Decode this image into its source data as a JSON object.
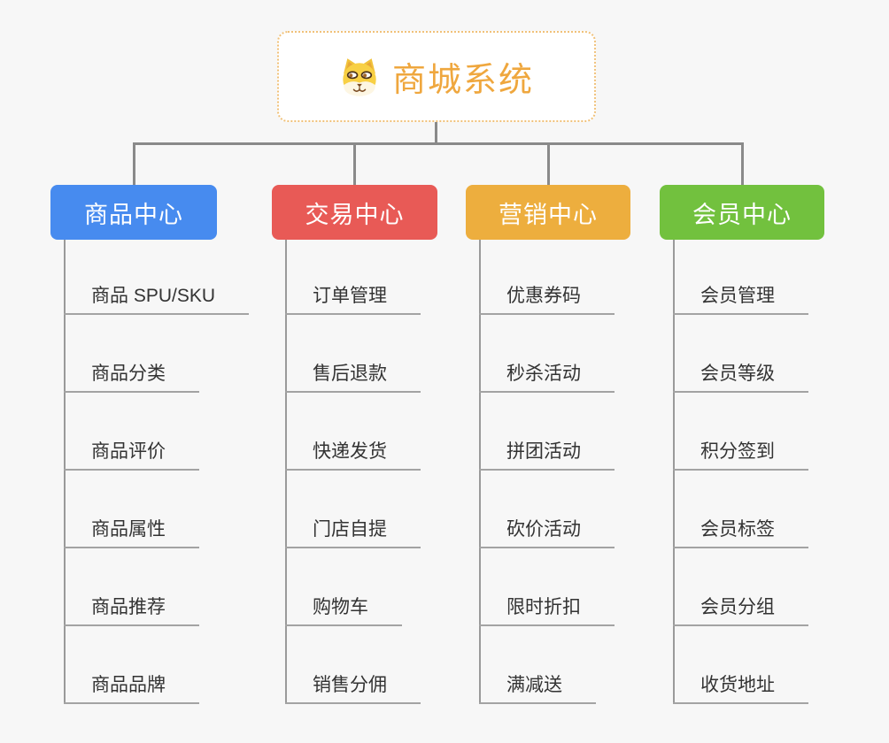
{
  "root": {
    "title": "商城系统",
    "icon": "dog-icon",
    "title_color": "#efa73e",
    "border_color": "#f0c179"
  },
  "theme": {
    "background": "#f7f7f7",
    "connector_color": "#8a8a8a",
    "child_text_color": "#333333"
  },
  "branches": [
    {
      "label": "商品中心",
      "color": "#478bef",
      "children": [
        "商品 SPU/SKU",
        "商品分类",
        "商品评价",
        "商品属性",
        "商品推荐",
        "商品品牌"
      ]
    },
    {
      "label": "交易中心",
      "color": "#e85a56",
      "children": [
        "订单管理",
        "售后退款",
        "快递发货",
        "门店自提",
        "购物车",
        "销售分佣"
      ]
    },
    {
      "label": "营销中心",
      "color": "#edae3e",
      "children": [
        "优惠券码",
        "秒杀活动",
        "拼团活动",
        "砍价活动",
        "限时折扣",
        "满减送"
      ]
    },
    {
      "label": "会员中心",
      "color": "#72c13e",
      "children": [
        "会员管理",
        "会员等级",
        "积分签到",
        "会员标签",
        "会员分组",
        "收货地址"
      ]
    }
  ]
}
